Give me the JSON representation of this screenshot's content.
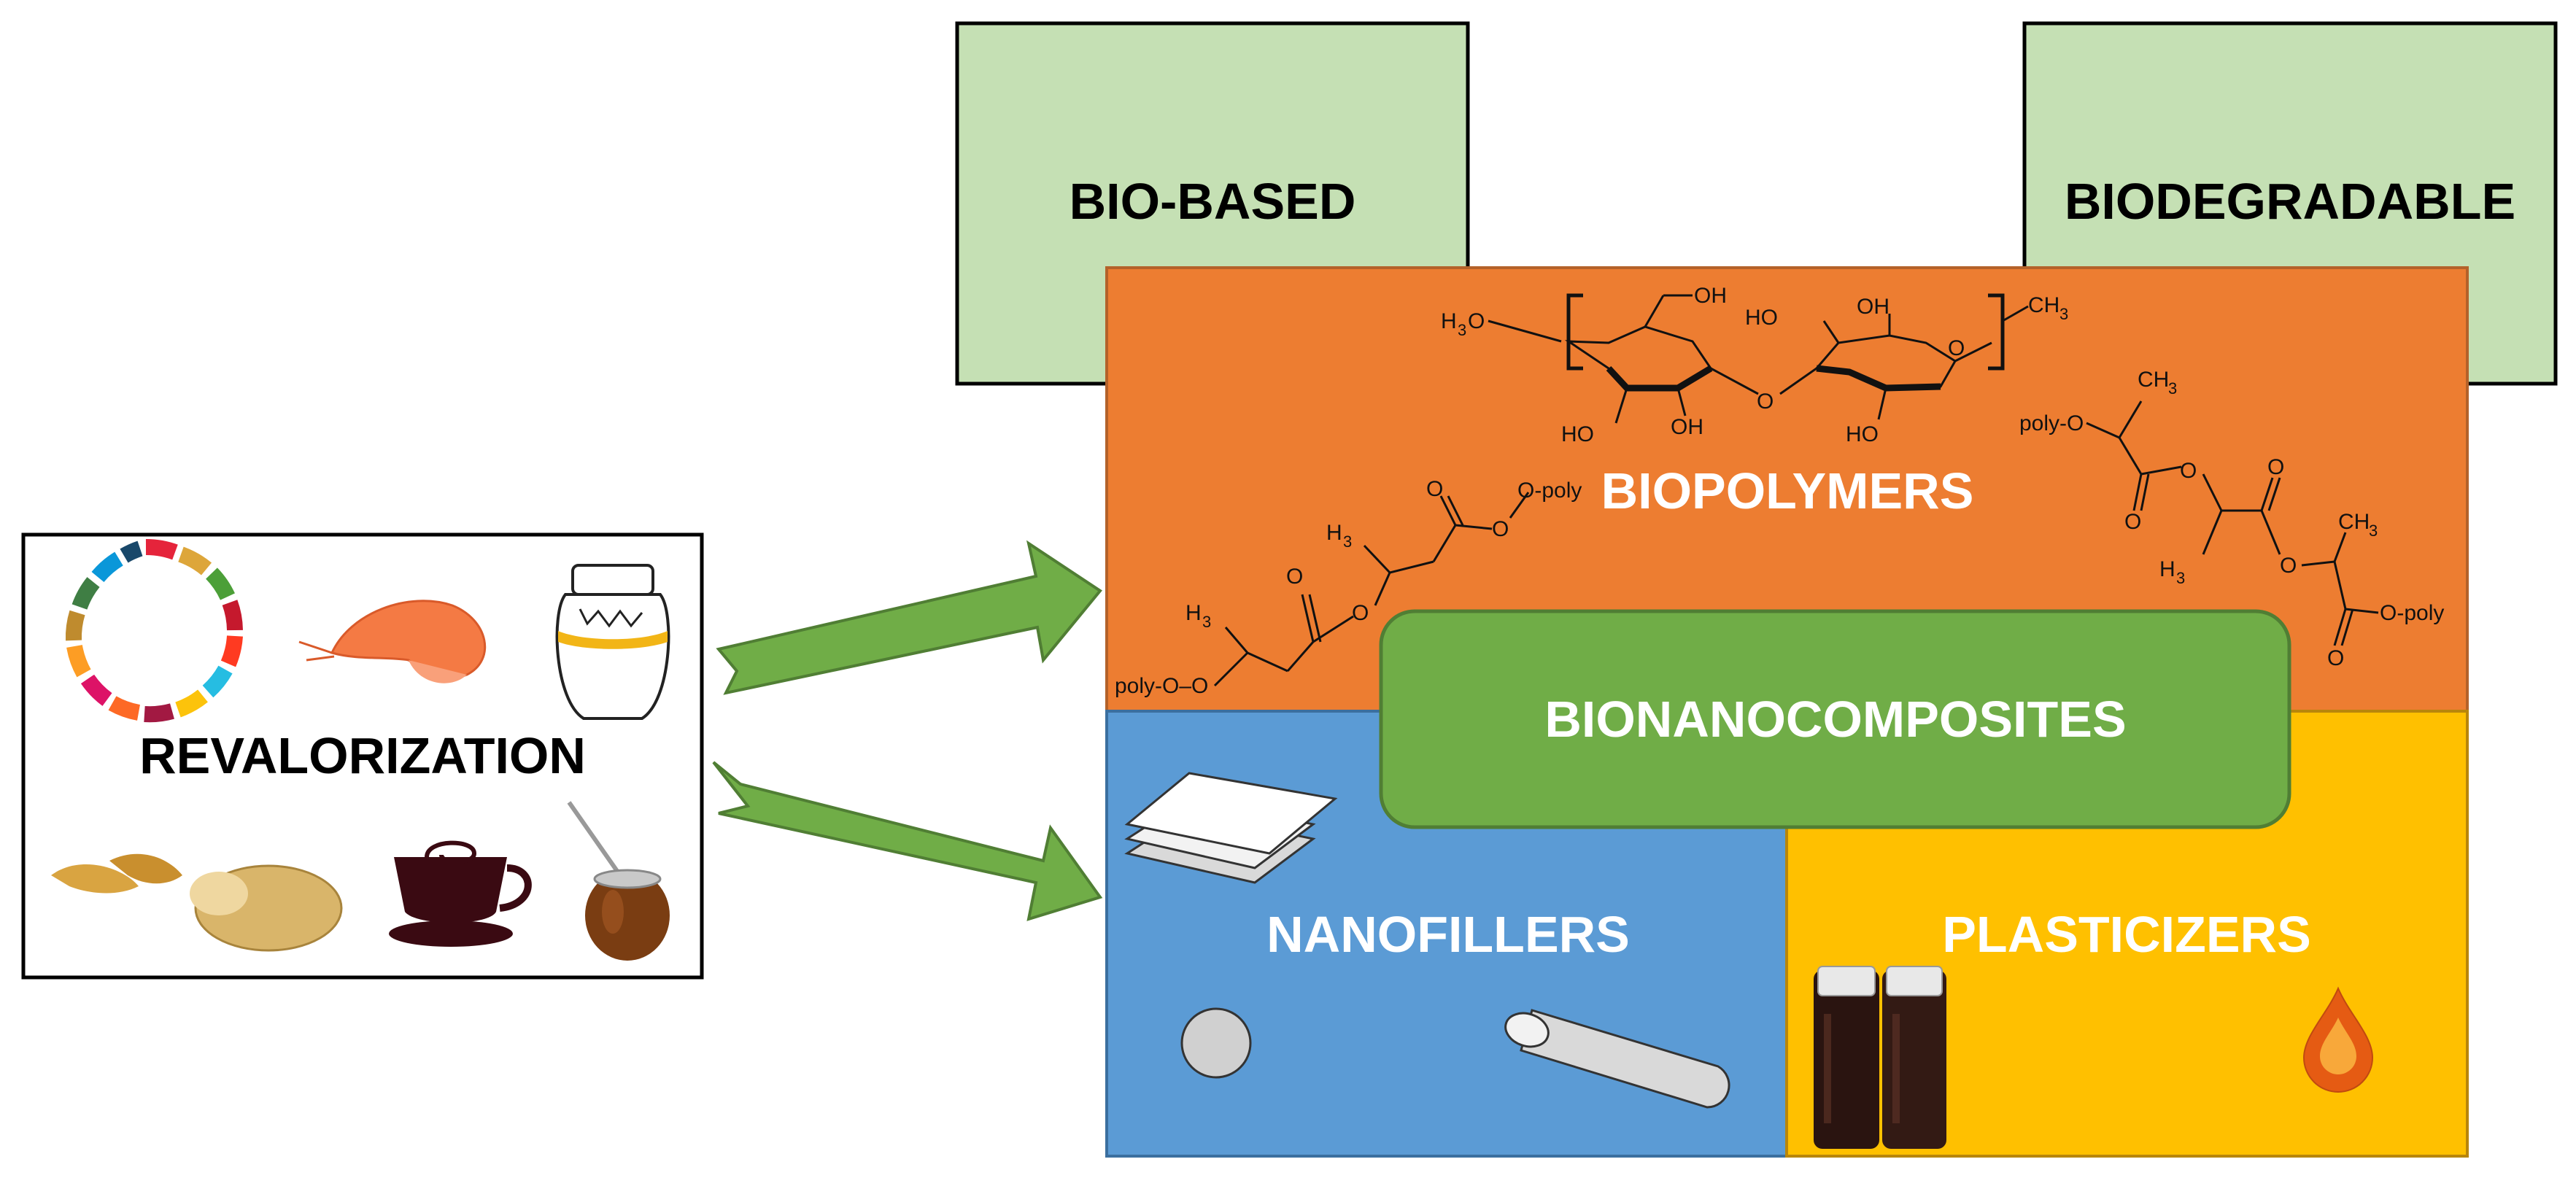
{
  "labels": {
    "bio_based": "BIO-BASED",
    "biodegradable": "BIODEGRADABLE",
    "biopolymers": "BIOPOLYMERS",
    "bionanocomposites": "BIONANOCOMPOSITES",
    "nanofillers": "NANOFILLERS",
    "plasticizers": "PLASTICIZERS",
    "revalorization": "REVALORIZATION"
  },
  "chemistry": {
    "h3c": "H",
    "ch3": "CH",
    "sub3": "3",
    "oh": "OH",
    "ho": "HO",
    "o": "O",
    "o_poly": "O-poly",
    "poly_o": "poly-O",
    "poly_o_o": "poly-O–O"
  },
  "colors": {
    "green_box": "#c5e0b4",
    "orange": "#ed7d31",
    "blue": "#5b9bd5",
    "yellow": "#ffc000",
    "green_center": "#70ad47",
    "arrow": "#70ad47"
  },
  "icons": [
    "sdg-ring-icon",
    "shrimp-icon",
    "honey-jar-icon",
    "potato-icon",
    "coffee-cup-icon",
    "mate-gourd-icon",
    "sheets-icon",
    "sphere-icon",
    "rod-icon",
    "bottles-icon",
    "oil-drop-icon"
  ]
}
